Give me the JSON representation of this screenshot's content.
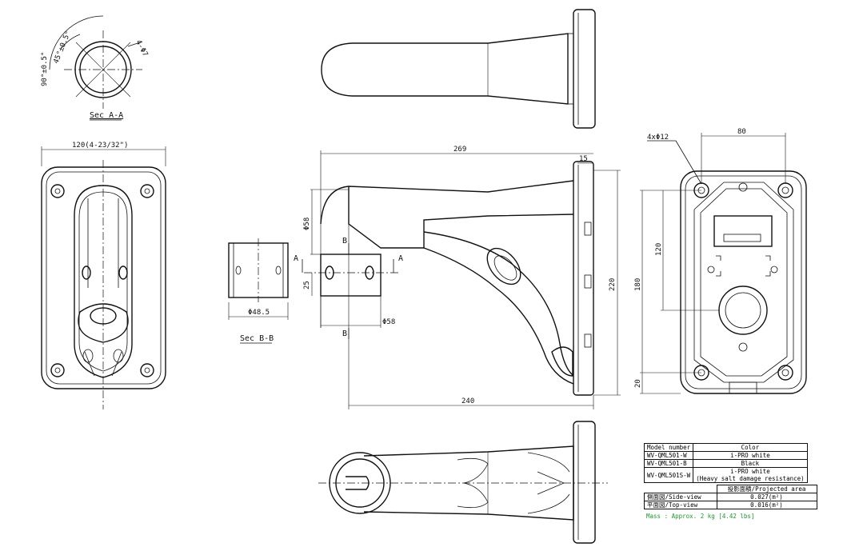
{
  "views": {
    "sec_aa": {
      "title": "Sec A-A",
      "angle90": "90°±0.5°",
      "angle45": "45°±0.5°",
      "holes": "4-Φ7"
    },
    "front": {
      "width": "120(4-23/32\")"
    },
    "sec_bb": {
      "title": "Sec B-B",
      "diameter": "Φ48.5"
    },
    "side": {
      "length": "269",
      "plate": "15",
      "height": "220",
      "bottom": "240",
      "pipe_dia": "Φ58",
      "pipe_dia2": "Φ58",
      "gap": "25",
      "marker_a": "A",
      "marker_b": "B"
    },
    "back": {
      "holes": "4xΦ12",
      "width": "80",
      "height_inner": "120",
      "height_outer": "180",
      "bottom_gap": "20"
    }
  },
  "spec_table": {
    "header": [
      "Model number",
      "Color"
    ],
    "rows": [
      [
        "WV-QML501-W",
        "i-PRO white"
      ],
      [
        "WV-QML501-B",
        "Black"
      ],
      [
        "WV-QML501S-W",
        "i-PRO white (Heavy salt damage resistance)"
      ]
    ],
    "row3_line1": "i-PRO white",
    "row3_line2": "(Heavy salt damage resistance)"
  },
  "area_table": {
    "header": "投影面積/Projected area",
    "rows": [
      [
        "側面図/Side-view",
        "0.027(m²)"
      ],
      [
        "平面図/Top-view",
        "0.016(m²)"
      ]
    ]
  },
  "mass": "Mass : Approx. 2 kg [4.42 lbs]",
  "colors": {
    "line": "#111111",
    "mass_text": "#1a9b2a"
  }
}
